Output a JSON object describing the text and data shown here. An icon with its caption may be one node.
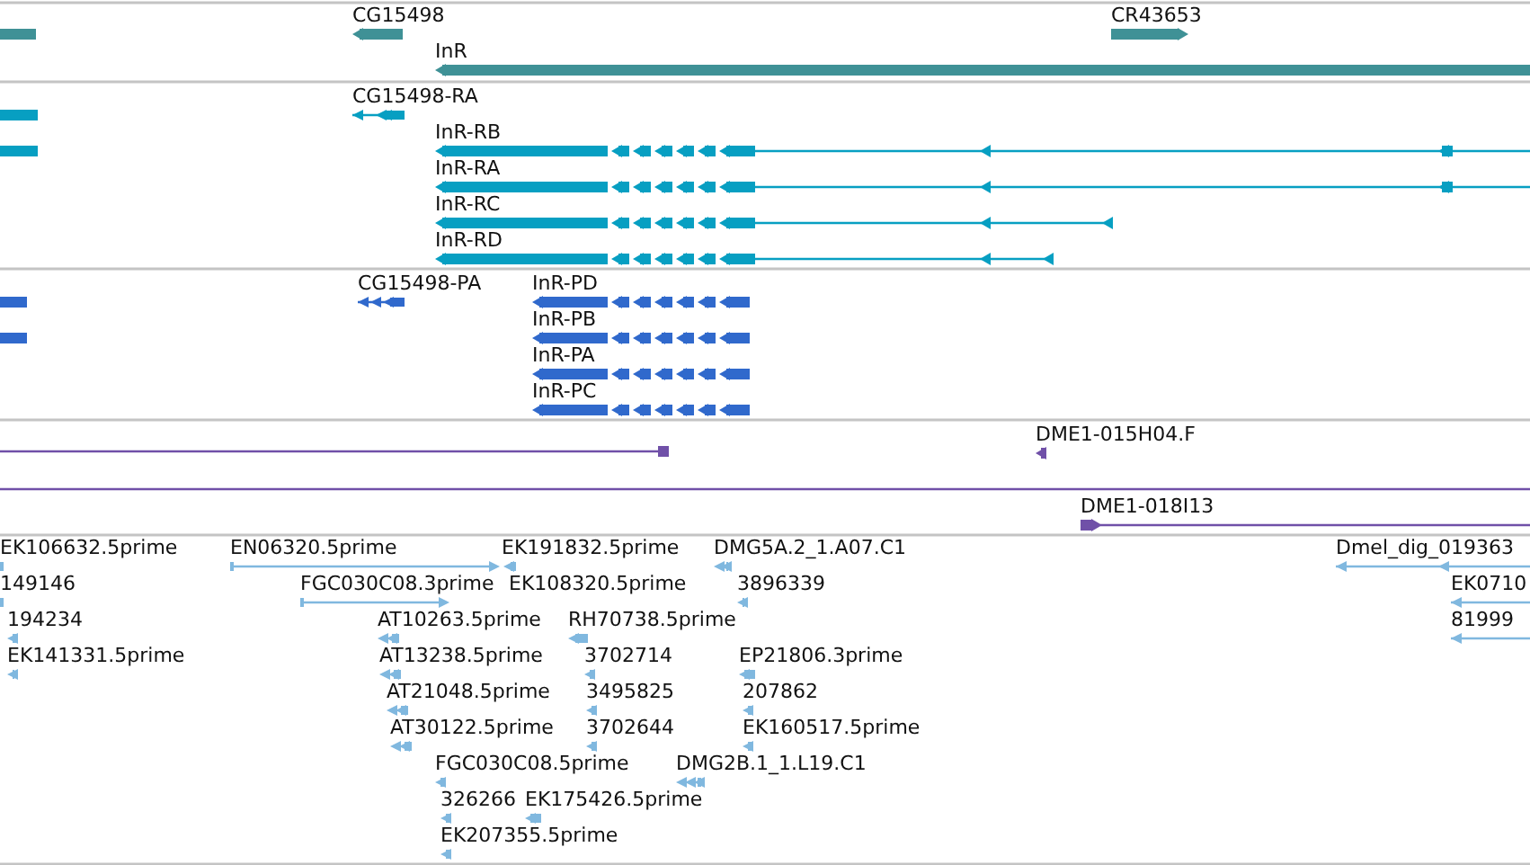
{
  "diagram": {
    "labels": [
      "CG15498",
      "CR43653",
      "InR",
      "CG15498-RA",
      "InR-RB",
      "InR-RA",
      "InR-RC",
      "InR-RD",
      "CG15498-PA",
      "InR-PD",
      "InR-PB",
      "InR-PA",
      "InR-PC",
      "DME1-015H04.F",
      "DME1-018I13",
      "EK106632.5prime",
      "EN06320.5prime",
      "EK191832.5prime",
      "DMG5A.2_1.A07.C1",
      "Dmel_dig_019363",
      "149146",
      "FGC030C08.3prime",
      "EK108320.5prime",
      "3896339",
      "EK0710",
      "194234",
      "AT10263.5prime",
      "RH70738.5prime",
      "81999",
      "EK141331.5prime",
      "AT13238.5prime",
      "3702714",
      "EP21806.3prime",
      "AT21048.5prime",
      "3495825",
      "207862",
      "AT30122.5prime",
      "3702644",
      "EK160517.5prime",
      "FGC030C08.5prime",
      "DMG2B.1_1.L19.C1",
      "326266",
      "EK175426.5prime",
      "EK207355.5prime"
    ]
  }
}
